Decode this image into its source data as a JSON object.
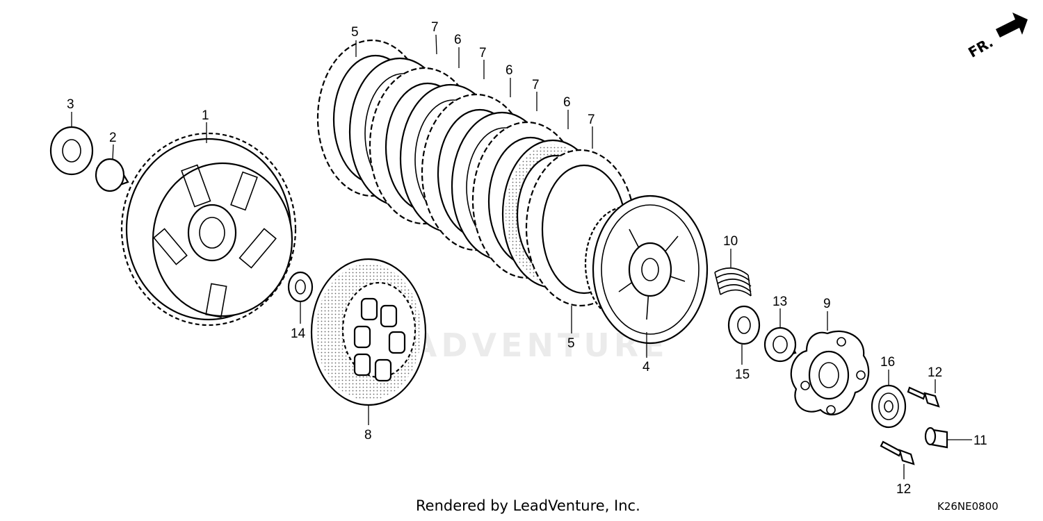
{
  "diagram": {
    "front_indicator": "FR.",
    "footer_credit": "Rendered by LeadVenture, Inc.",
    "diagram_code": "K26NE0800",
    "watermark": "LEADVENTURE",
    "callouts": {
      "c1": "1",
      "c2": "2",
      "c3": "3",
      "c4": "4",
      "c5a": "5",
      "c5b": "5",
      "c6a": "6",
      "c6b": "6",
      "c6c": "6",
      "c7a": "7",
      "c7b": "7",
      "c7c": "7",
      "c7d": "7",
      "c8": "8",
      "c9": "9",
      "c10": "10",
      "c11": "11",
      "c12a": "12",
      "c12b": "12",
      "c13": "13",
      "c14": "14",
      "c15": "15",
      "c16": "16"
    }
  }
}
